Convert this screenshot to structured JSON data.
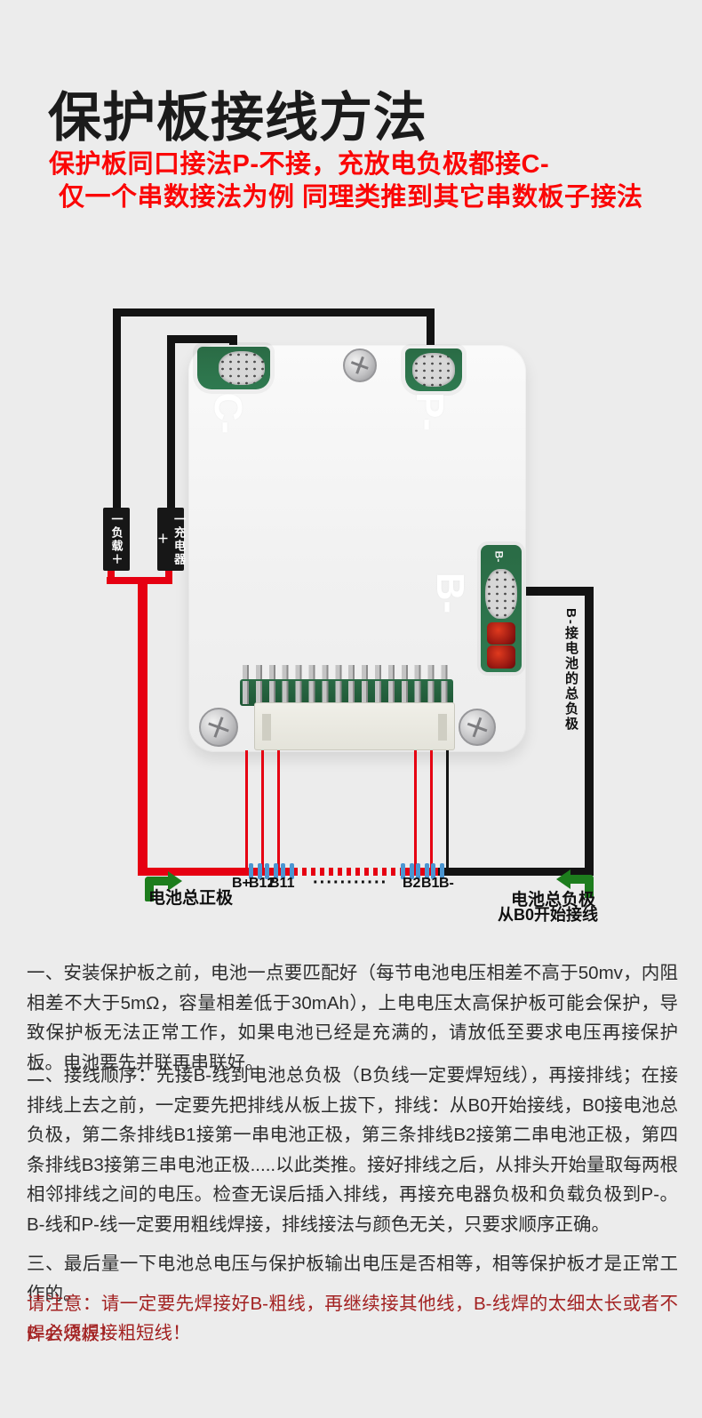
{
  "header": {
    "title": "保护板接线方法",
    "subtitle_line1": "保护板同口接法P-不接，充放电负极都接C-",
    "subtitle_line2": "仅一个串数接法为例 同理类推到其它串数板子接法"
  },
  "diagram": {
    "board_labels": {
      "c_minus": "C-",
      "p_minus": "P-",
      "b_minus": "B-"
    },
    "b_pad_silkscreen": "B-",
    "load_block_label": "一负载＋",
    "charger_block_label": "一充电器＋",
    "b_wire_note": "B-接电池的总负极",
    "battery_positive_label": "电池总正极",
    "battery_negative_label": "电池总负极",
    "battery_negative_sub": "从B0开始接线",
    "pins": [
      "B+",
      "B12",
      "B11",
      "B2",
      "B1",
      "B-"
    ],
    "dots": "···········",
    "colors": {
      "background": "#ececec",
      "subtitle_red": "#fb0606",
      "wire_red": "#e60012",
      "wire_black": "#131313",
      "cell_blue": "#4b96d2",
      "arrow_green": "#1d7d1d",
      "pcb_green": "#2f7a50",
      "warning_red": "#a32222"
    }
  },
  "instructions": {
    "para1": "一、安装保护板之前，电池一点要匹配好（每节电池电压相差不高于50mv，内阻相差不大于5mΩ，容量相差低于30mAh），上电电压太高保护板可能会保护，导致保护板无法正常工作，如果电池已经是充满的，请放低至要求电压再接保护板。电池要先并联再串联好。",
    "para2": "二、接线顺序：先接B-线到电池总负极（B负线一定要焊短线），再接排线；在接排线上去之前，一定要先把排线从板上拔下，排线：从B0开始接线，B0接电池总负极，第二条排线B1接第一串电池正极，第三条排线B2接第二串电池正极，第四条排线B3接第三串电池正极.....以此类推。接好排线之后，从排头开始量取每两根相邻排线之间的电压。检查无误后插入排线，再接充电器负极和负载负极到P-。B-线和P-线一定要用粗线焊接，排线接法与颜色无关，只要求顺序正确。",
    "para3": "三、最后量一下电池总电压与保护板输出电压是否相等，相等保护板才是正常工作的。",
    "warning_line1": "请注意：请一定要先焊接好B-粗线，再继续接其他线，B-线焊的太细太长或者不焊会烧板！",
    "warning_line2": "B-必须焊接粗短线！"
  }
}
